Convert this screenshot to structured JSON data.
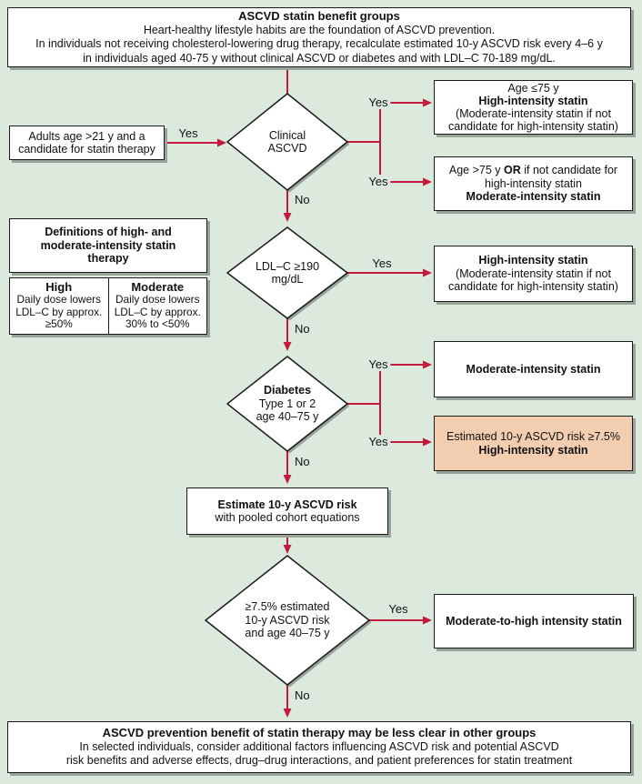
{
  "colors": {
    "background": "#dceade",
    "arrow": "#c41a3b",
    "box_background": "#ffffff",
    "highlight_box_background": "#f3cdb0",
    "box_border": "#1a1a1a",
    "shadow": "#97a299"
  },
  "labels": {
    "yes": "Yes",
    "no": "No"
  },
  "header": {
    "title": "ASCVD statin benefit groups",
    "line2": "Heart-healthy lifestyle habits are the foundation of ASCVD prevention.",
    "line3": "In individuals not receiving cholesterol-lowering drug therapy, recalculate estimated 10-y ASCVD risk every 4–6 y",
    "line4": "in individuals aged 40-75 y without clinical ASCVD or diabetes and with LDL–C 70-189 mg/dL."
  },
  "entry": {
    "line1": "Adults age >21 y and a",
    "line2": "candidate for statin therapy"
  },
  "decision_clinical_ascvd": {
    "line1": "Clinical",
    "line2": "ASCVD"
  },
  "decision_ldl": {
    "line1": "LDL–C ≥190",
    "line2": "mg/dL"
  },
  "decision_diabetes": {
    "line1": "Diabetes",
    "line2": "Type 1 or 2",
    "line3": "age 40–75 y"
  },
  "decision_risk": {
    "line1": "≥7.5% estimated",
    "line2": "10-y ASCVD risk",
    "line3": "and age 40–75 y"
  },
  "outcome_age_le_75": {
    "line1": "Age ≤75 y",
    "line2": "High-intensity statin",
    "line3": "(Moderate-intensity statin if not",
    "line4": "candidate for high-intensity statin)"
  },
  "outcome_age_gt_75": {
    "line1_a": "Age >75 y ",
    "line1_b": "OR",
    "line1_c": " if not candidate for",
    "line2": "high-intensity statin",
    "line3": "Moderate-intensity statin"
  },
  "outcome_high_intensity": {
    "line1": "High-intensity statin",
    "line2": "(Moderate-intensity statin if not",
    "line3": "candidate for high-intensity statin)"
  },
  "outcome_moderate_intensity": {
    "line1": "Moderate-intensity statin"
  },
  "outcome_risk_high_intensity": {
    "line1": "Estimated 10-y ASCVD risk ≥7.5%",
    "line2": "High-intensity statin"
  },
  "outcome_moderate_to_high": {
    "line1": "Moderate-to-high intensity statin"
  },
  "process_estimate": {
    "line1": "Estimate 10-y ASCVD risk",
    "line2": "with pooled cohort equations"
  },
  "definitions": {
    "title_line1": "Definitions of high- and",
    "title_line2": "moderate-intensity statin",
    "title_line3": "therapy",
    "high": {
      "header": "High",
      "line1": "Daily dose lowers",
      "line2": "LDL–C by approx.",
      "line3": "≥50%"
    },
    "moderate": {
      "header": "Moderate",
      "line1": "Daily dose lowers",
      "line2": "LDL–C by approx.",
      "line3": "30% to <50%"
    }
  },
  "footer": {
    "title": "ASCVD prevention benefit of statin therapy may be less clear in other groups",
    "line2": "In selected individuals, consider additional factors influencing ASCVD risk and potential ASCVD",
    "line3": "risk benefits and adverse effects, drug–drug interactions, and patient preferences for statin treatment"
  }
}
